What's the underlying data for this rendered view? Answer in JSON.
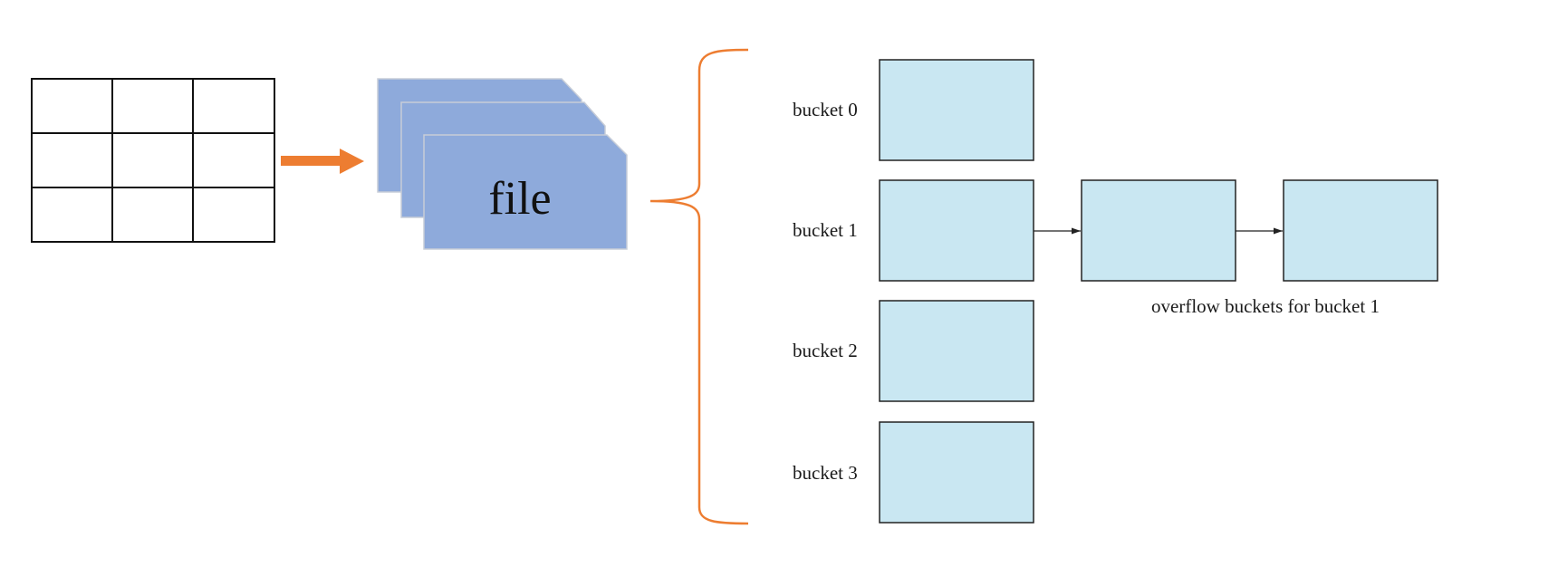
{
  "file": {
    "label": "file",
    "fill_color": "#8eaadb"
  },
  "buckets": [
    {
      "label": "bucket 0"
    },
    {
      "label": "bucket 1"
    },
    {
      "label": "bucket 2"
    },
    {
      "label": "bucket 3"
    }
  ],
  "overflow": {
    "label": "overflow buckets for bucket 1",
    "count": 2
  },
  "colors": {
    "arrow": "#ed7d31",
    "brace": "#ed7d31",
    "bucket_fill": "#c9e7f2",
    "outline": "#222222"
  }
}
